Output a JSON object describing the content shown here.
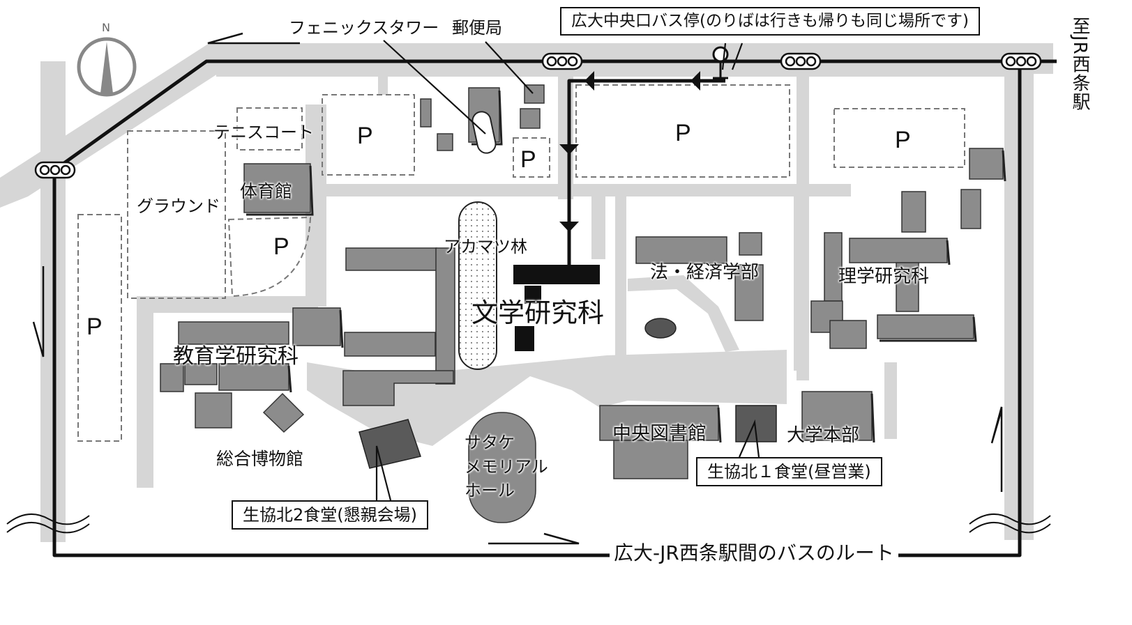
{
  "compass": {
    "north": "N"
  },
  "labels": {
    "phoenix_tower": "フェニックスタワー",
    "post_office": "郵便局",
    "tennis_court": "テニスコート",
    "ground": "グラウンド",
    "gymnasium": "体育館",
    "akamatsu_forest": "アカマツ林",
    "letters": "文学研究科",
    "law_econ": "法・経済学部",
    "science": "理学研究科",
    "education": "教育学研究科",
    "museum": "総合博物館",
    "satake_1": "サタケ",
    "satake_2": "メモリアル",
    "satake_3": "ホール",
    "library": "中央図書館",
    "headquarters": "大学本部",
    "station_direction": "至JR西条駅",
    "route_caption": "広大-JR西条駅間のバスのルート"
  },
  "parking_symbol": "P",
  "callouts": {
    "bus_stop": "広大中央口バス停(のりばは行きも帰りも同じ場所です)",
    "north1_cafeteria": "生協北１食堂(昼営業)",
    "north2_cafeteria": "生協北2食堂(懇親会場)"
  },
  "colors": {
    "road": "#d6d6d6",
    "building": "#8c8c8c",
    "building_dark": "#5a5a5a",
    "highlight": "#111111",
    "route": "#111111"
  },
  "icons": [
    "compass-icon",
    "traffic-signal-icon",
    "bus-stop-icon",
    "route-arrow-icon"
  ]
}
